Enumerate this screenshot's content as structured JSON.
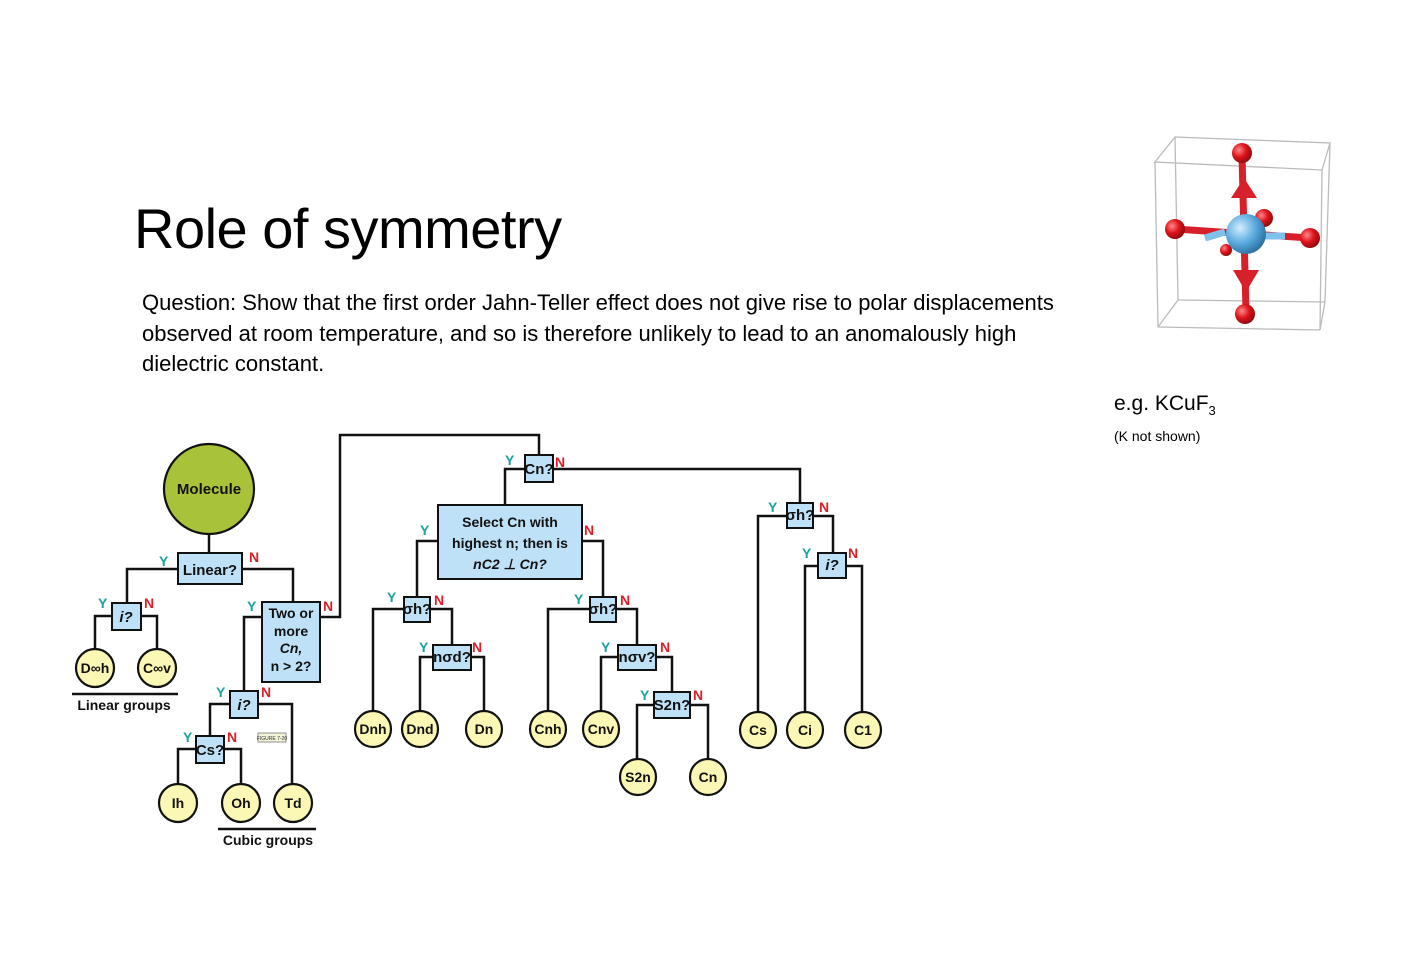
{
  "slide": {
    "title": "Role of symmetry",
    "question": "Question: Show that the first order Jahn-Teller effect does not give rise to polar displacements observed at room temperature, and so is therefore unlikely to lead to an anomalously high dielectric constant.",
    "example_prefix": "e.g. KCuF",
    "example_sub": "3",
    "example_note": "(K not shown)"
  },
  "flowchart": {
    "yes": "Y",
    "no": "N",
    "start": "Molecule",
    "q_linear": "Linear?",
    "q_i": "i?",
    "q_two_or_more": [
      "Two or",
      "more",
      "Cn,",
      "n > 2?"
    ],
    "q_cn": "Cn?",
    "q_select": [
      "Select Cn with",
      "highest n; then is",
      "nC2 ⊥ Cn?"
    ],
    "q_sigma_h": "σh?",
    "q_n_sigma_d": "nσd?",
    "q_n_sigma_v": "nσv?",
    "q_s2n": "S2n?",
    "q_cs": "Cs?",
    "groups": {
      "d_inf_h": "D∞h",
      "c_inf_v": "C∞v",
      "i_h": "Ih",
      "o_h": "Oh",
      "t_d": "Td",
      "d_nh": "Dnh",
      "d_nd": "Dnd",
      "d_n": "Dn",
      "c_nh": "Cnh",
      "c_nv": "Cnv",
      "s_2n": "S2n",
      "c_n": "Cn",
      "c_s": "Cs",
      "c_i": "Ci",
      "c_1": "C1"
    },
    "linear_groups_label": "Linear groups",
    "cubic_groups_label": "Cubic groups",
    "figure_tag": "FIGURE 7-20"
  },
  "colors": {
    "box_fill": "#bfe1f7",
    "start_fill": "#a8c23a",
    "group_fill": "#fbf7b4",
    "yes_color": "#1aa3a0",
    "no_color": "#d8202a",
    "atom_center": "#5aaadf",
    "atom_outer": "#d8202a"
  }
}
